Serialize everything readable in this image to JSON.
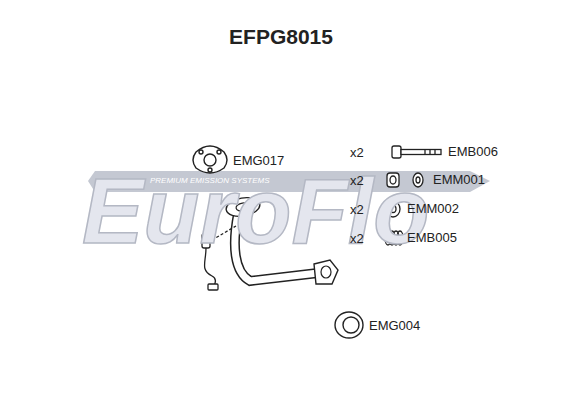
{
  "diagram": {
    "title": "EFPG8015",
    "labels": [
      "EuroFlo",
      "PREMIUM EMISSION SYSTEMS",
      "EMG017",
      "x2",
      "EMB006",
      "x2",
      "EMM001",
      "x2",
      "EMM002",
      "x2",
      "EMB005",
      "EMG004"
    ]
  }
}
